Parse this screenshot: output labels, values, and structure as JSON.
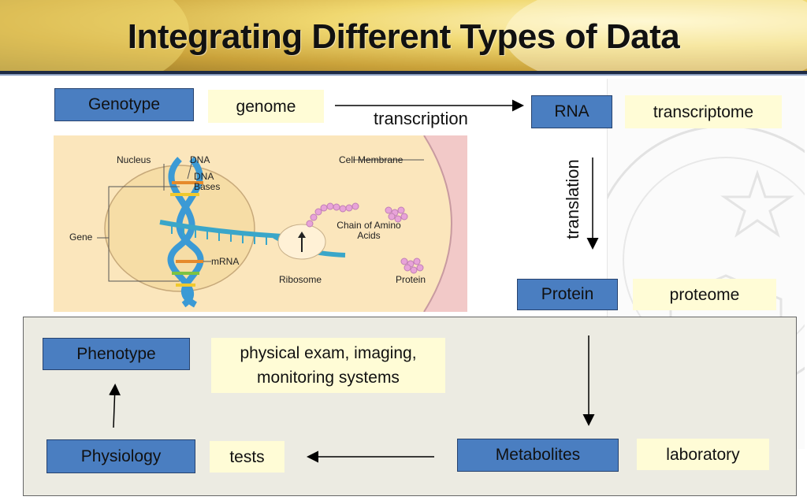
{
  "title": "Integrating Different Types of Data",
  "boxes": {
    "genotype": "Genotype",
    "rna": "RNA",
    "protein": "Protein",
    "phenotype": "Phenotype",
    "physiology": "Physiology",
    "metabolites": "Metabolites"
  },
  "notes": {
    "genome": "genome",
    "transcriptome": "transcriptome",
    "proteome": "proteome",
    "phenotype_sources": "physical exam, imaging, monitoring systems",
    "tests": "tests",
    "laboratory": "laboratory"
  },
  "arrows": {
    "transcription": "transcription",
    "translation": "translation"
  },
  "cell_labels": {
    "nucleus": "Nucleus",
    "dna": "DNA",
    "dna_bases": "DNA Bases",
    "cell_membrane": "Cell Membrane",
    "gene": "Gene",
    "mrna": "mRNA",
    "chain_of_amino_acids": "Chain of Amino Acids",
    "ribosome": "Ribosome",
    "protein": "Protein"
  },
  "colors": {
    "box_fill": "#4a7ec1",
    "note_fill": "#fffcd6",
    "panel_fill": "#ecebe2",
    "cell_fill": "#fbe6bc"
  }
}
